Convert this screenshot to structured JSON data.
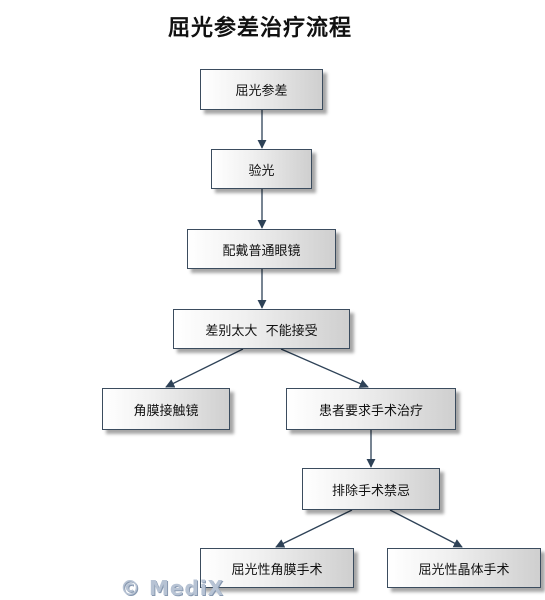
{
  "title": "屈光参差治疗流程",
  "nodes": {
    "anisometropia": "屈光参差",
    "refraction": "验光",
    "glasses": "配戴普通眼镜",
    "intolerant": "差别太大  不能接受",
    "contact_lens": "角膜接触镜",
    "request_surgery": "患者要求手术治疗",
    "exclude": "排除手术禁忌",
    "corneal_surgery": "屈光性角膜手术",
    "lens_surgery": "屈光性晶体手术"
  },
  "watermark": "© MediX",
  "colors": {
    "border": "#3b4c5e",
    "arrow": "#2e4257",
    "watermark": "#b7c3d4"
  }
}
